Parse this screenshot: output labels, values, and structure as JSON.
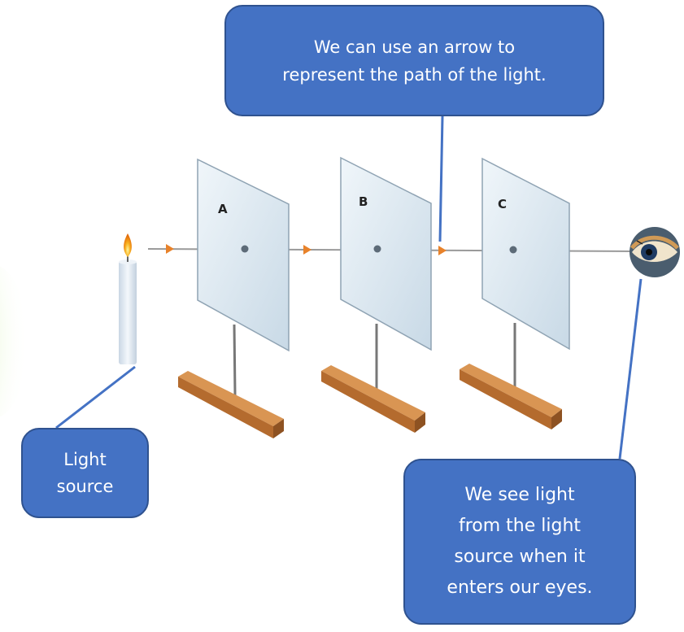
{
  "callouts": {
    "arrow_path": "We can use an arrow to\nrepresent the path of the light.",
    "light_source": "Light\nsource",
    "eye": "We see light\nfrom the light\nsource when it\nenters our eyes."
  },
  "panels": [
    {
      "label": "A"
    },
    {
      "label": "B"
    },
    {
      "label": "C"
    }
  ],
  "colors": {
    "callout_fill": "#4472c4",
    "callout_border": "#2f528f",
    "leader_line": "#4472c4",
    "light_ray": "#9a9a9a",
    "arrowhead": "#e8822a",
    "panel_fill": "#dbe7f0",
    "stand_wood": "#c07838",
    "candle": "#dce6f0",
    "flame": "#f4a418",
    "background_glow": "#d8f2b8"
  },
  "icons": [
    "candle-icon",
    "eye-icon",
    "wooden-stand-icon"
  ]
}
